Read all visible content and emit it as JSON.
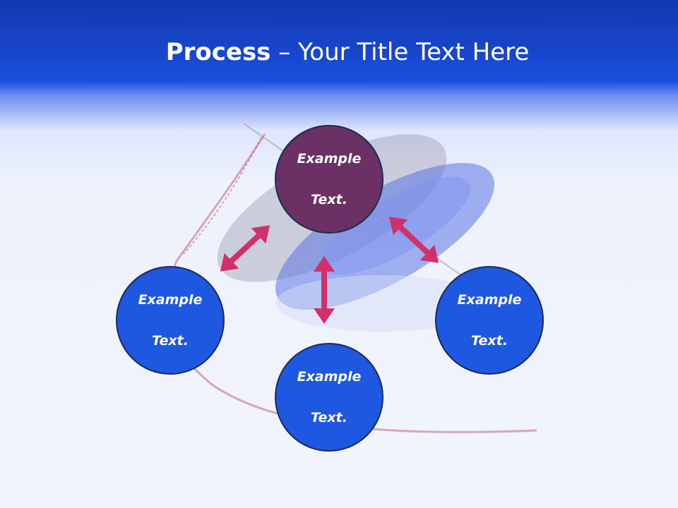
{
  "title": {
    "bold": "Process",
    "rest": " – Your Title Text Here"
  },
  "nodes": {
    "top": {
      "line1": "Example",
      "line2": "Text."
    },
    "left": {
      "line1": "Example",
      "line2": "Text."
    },
    "right": {
      "line1": "Example",
      "line2": "Text."
    },
    "bottom": {
      "line1": "Example",
      "line2": "Text."
    }
  },
  "colors": {
    "header": "#1a4fdc",
    "node_primary": "#1f58e0",
    "node_accent": "#6b3064",
    "arrow": "#d1306a"
  }
}
